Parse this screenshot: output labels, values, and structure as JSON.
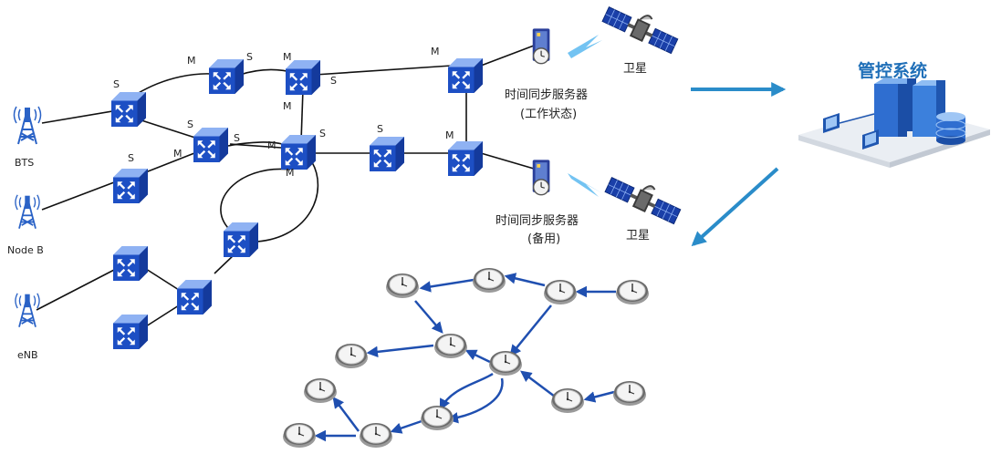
{
  "nodes": {
    "bts": "BTS",
    "nodeb": "Node B",
    "enb": "eNB"
  },
  "role_labels": {
    "slave": "S",
    "master": "M"
  },
  "servers": {
    "primary_line1": "时间同步服务器",
    "primary_line2": "(工作状态)",
    "backup_line1": "时间同步服务器",
    "backup_line2": "(备用)"
  },
  "satellite_label": "卫星",
  "management": {
    "title": "管控系统"
  },
  "colors": {
    "switch_blue": "#1d4fc4",
    "arrow_blue": "#2a8cc9",
    "clock_arrow": "#1f4fb0",
    "title_blue": "#1f6fb8"
  },
  "icons": [
    "switch-icon",
    "antenna-tower-icon",
    "satellite-icon",
    "time-server-icon",
    "clock-icon",
    "server-cluster-icon"
  ]
}
